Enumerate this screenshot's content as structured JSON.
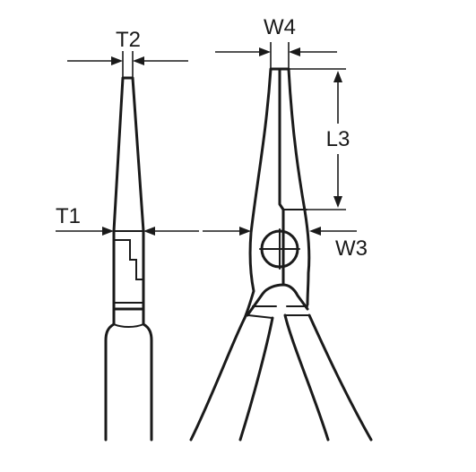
{
  "labels": {
    "t2": "T2",
    "t1": "T1",
    "w4": "W4",
    "l3": "L3",
    "w3": "W3"
  },
  "colors": {
    "ink": "#1a1a1a",
    "background": "#ffffff"
  }
}
